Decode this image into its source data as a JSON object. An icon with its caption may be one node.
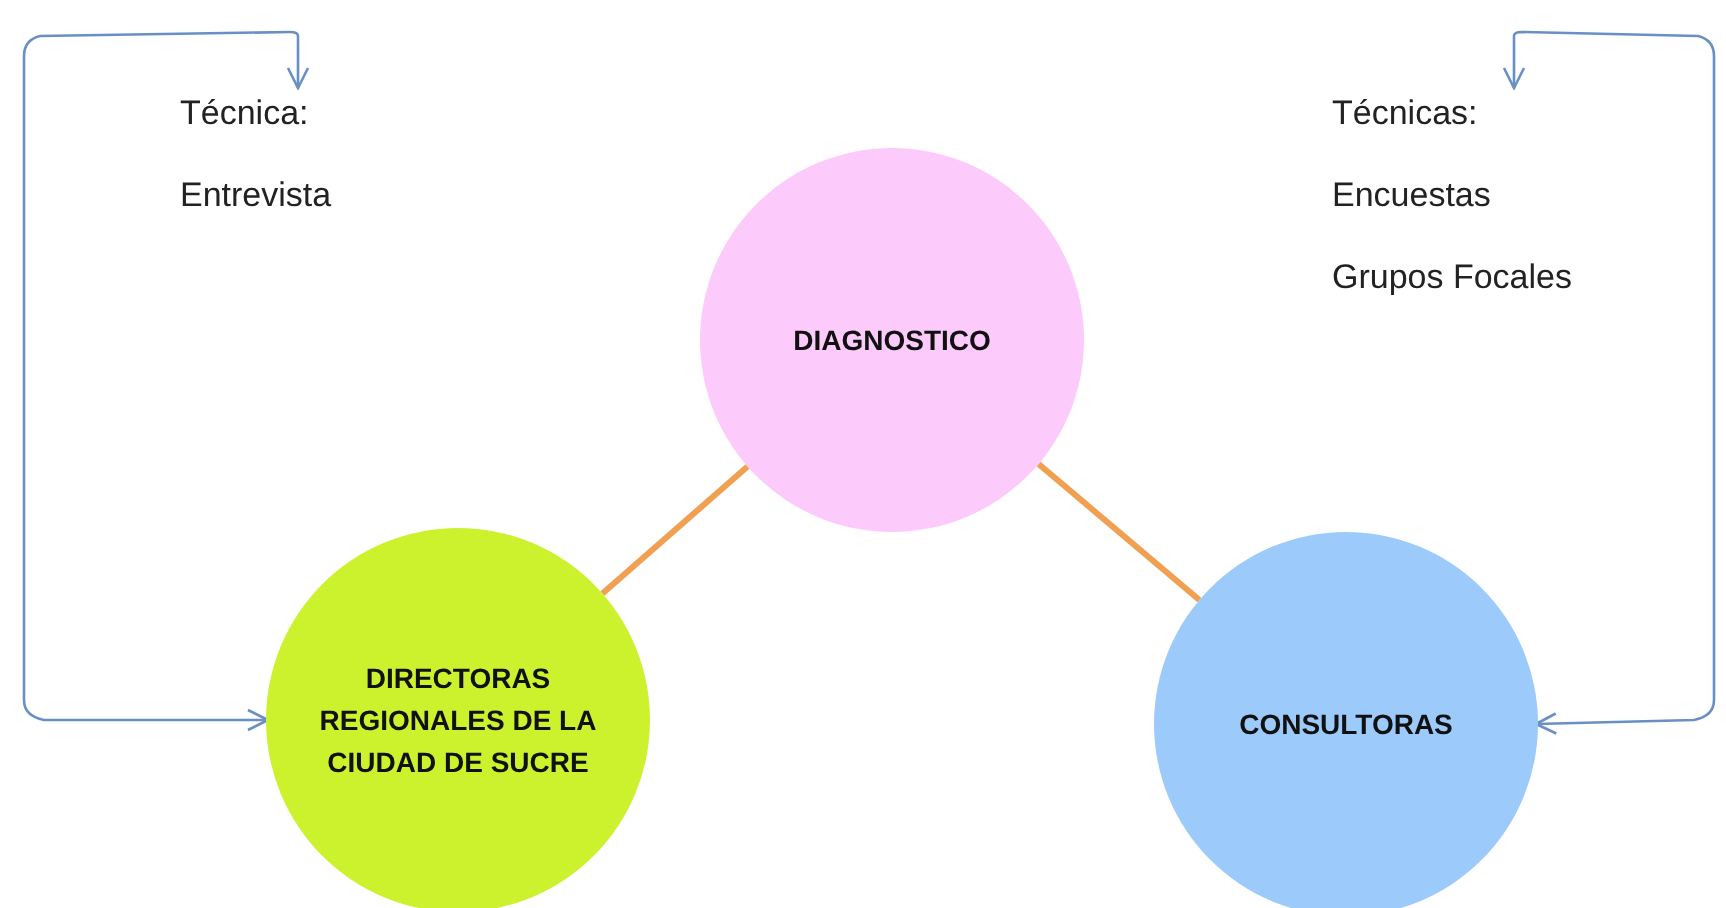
{
  "diagram": {
    "nodes": [
      {
        "text": [
          "DIAGNOSTICO"
        ]
      },
      {
        "text": [
          "DIRECTORAS REGIONALES DE LA CIUDAD DE SUCRE"
        ]
      },
      {
        "text": [
          "CONSULTORAS"
        ]
      },
      {
        "text": [
          "Técnica:",
          "Entrevista"
        ]
      },
      {
        "text": [
          "Técnicas:",
          "Encuestas",
          "Grupos Focales"
        ]
      }
    ],
    "edges": [
      {
        "from": 0,
        "to": 1,
        "arrow": "none",
        "style": "thick",
        "color": "#f0a050"
      },
      {
        "from": 0,
        "to": 2,
        "arrow": "none",
        "style": "thick",
        "color": "#f0a050"
      },
      {
        "from": 3,
        "to": 1,
        "arrow": "both",
        "color": "#6a8fc4"
      },
      {
        "from": 4,
        "to": 2,
        "arrow": "both",
        "color": "#6a8fc4"
      }
    ]
  }
}
